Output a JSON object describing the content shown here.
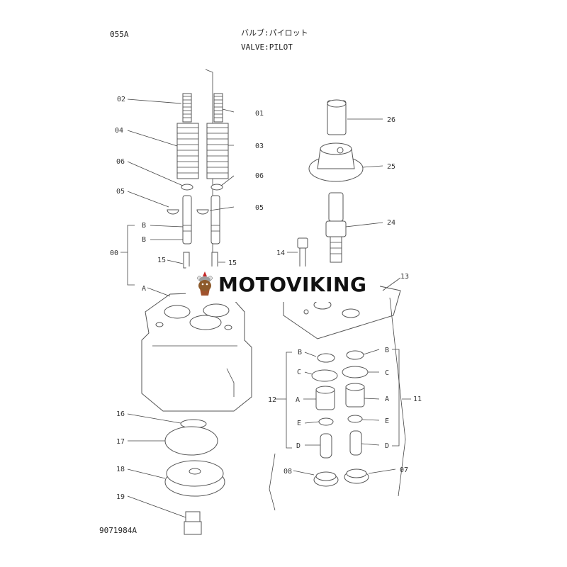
{
  "header": {
    "code": "055A",
    "title_jp": "バルブ:パイロット",
    "title_en": "VALVE:PILOT",
    "footer_code": "9071984A"
  },
  "watermark": {
    "brand": "MOTOVIKING",
    "icon": "viking-mascot-icon"
  },
  "callouts": {
    "c01": "01",
    "c02": "02",
    "c03": "03",
    "c04": "04",
    "c05l": "05",
    "c05r": "05",
    "c06l": "06",
    "c06r": "06",
    "c07": "07",
    "c08": "08",
    "c00": "00",
    "cB1": "B",
    "cB2": "B",
    "cA1": "A",
    "c15l": "15",
    "c15r": "15",
    "c14": "14",
    "c13": "13",
    "c16": "16",
    "c17": "17",
    "c18": "18",
    "c19": "19",
    "c24": "24",
    "c25": "25",
    "c26": "26",
    "c12": "12",
    "c11": "11",
    "rB_l": "B",
    "rB_r": "B",
    "rC_l": "C",
    "rC_r": "C",
    "rA_l": "A",
    "rA_r": "A",
    "rE_l": "E",
    "rE_r": "E",
    "rD_l": "D",
    "rD_r": "D"
  },
  "colors": {
    "line": "#444444",
    "text": "#333333"
  }
}
